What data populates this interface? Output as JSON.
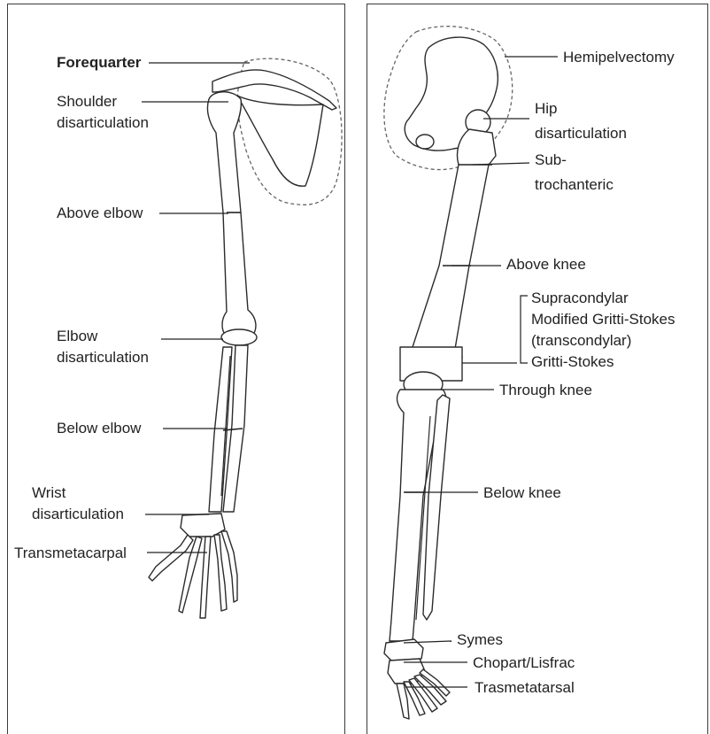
{
  "arm": {
    "labels": {
      "forequarter": "Forequarter",
      "shoulder_1": "Shoulder",
      "shoulder_2": "disarticulation",
      "above_elbow": "Above elbow",
      "elbow_1": "Elbow",
      "elbow_2": "disarticulation",
      "below_elbow": "Below elbow",
      "wrist_1": "Wrist",
      "wrist_2": "disarticulation",
      "transmetacarpal": "Transmetacarpal"
    }
  },
  "leg": {
    "labels": {
      "hemipelvectomy": "Hemipelvectomy",
      "hip_1": "Hip",
      "hip_2": "disarticulation",
      "sub_1": "Sub-",
      "sub_2": "trochanteric",
      "above_knee": "Above knee",
      "supracondylar": "Supracondylar",
      "modified_gritti": "Modified Gritti-Stokes",
      "transcondylar": "(transcondylar)",
      "gritti_stokes": "Gritti-Stokes",
      "through_knee": "Through knee",
      "below_knee": "Below knee",
      "symes": "Symes",
      "chopart": "Chopart/Lisfrac",
      "trasmetatarsal": "Trasmetatarsal"
    }
  }
}
